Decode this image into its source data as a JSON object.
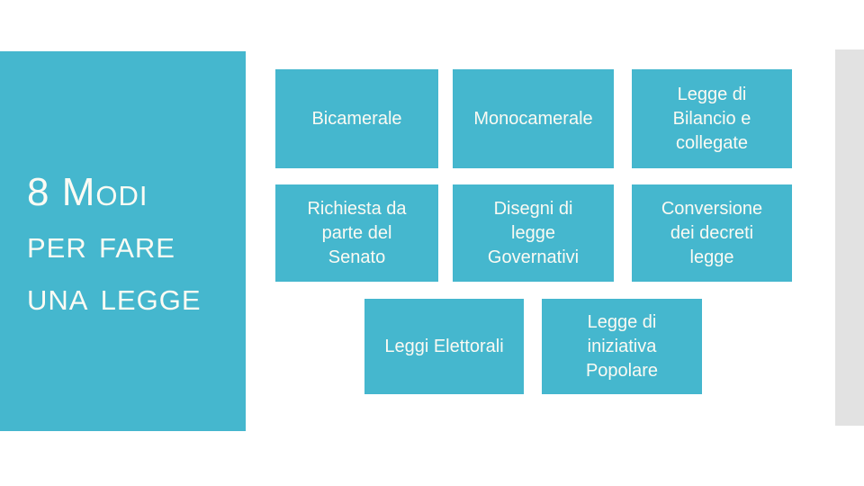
{
  "slide": {
    "title": {
      "text": "8 Modi\nper fare\nuna legge"
    },
    "boxes": [
      {
        "id": "bicamerale",
        "label": "Bicamerale"
      },
      {
        "id": "monocamerale",
        "label": "Monocamerale"
      },
      {
        "id": "legge-di-bilancio",
        "label": "Legge di\nBilancio e\ncollegate"
      },
      {
        "id": "richiesta-senato",
        "label": "Richiesta da\nparte del\nSenato"
      },
      {
        "id": "disegni-governativi",
        "label": "Disegni di\nlegge\nGovernativi"
      },
      {
        "id": "conversione-decreti",
        "label": "Conversione\ndei decreti\nlegge"
      },
      {
        "id": "leggi-elettorali",
        "label": "Leggi Elettorali"
      },
      {
        "id": "iniziativa-popolare",
        "label": "Legge di\niniziativa\nPopolare"
      }
    ],
    "colors": {
      "accent_teal": "#45B7CE",
      "text_on_teal": "#FBFAF3",
      "gray_bar": "#E2E2E2",
      "background": "#FFFFFF"
    }
  }
}
